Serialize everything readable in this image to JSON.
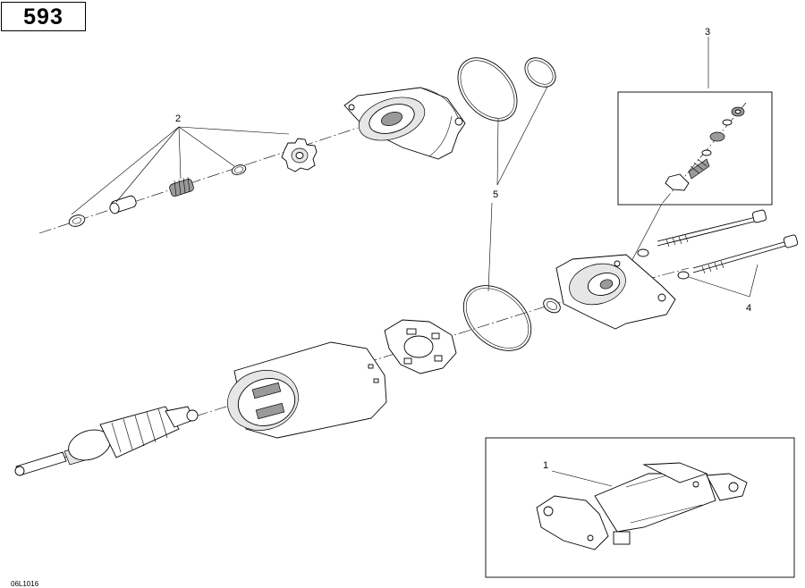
{
  "page_number": "593",
  "reference_code": "06L1016",
  "callouts": {
    "c1": "1",
    "c2": "2",
    "c3": "3",
    "c4": "4",
    "c5": "5"
  },
  "colors": {
    "line": "#000000",
    "background": "#ffffff",
    "shade": "#e6e6e6"
  }
}
